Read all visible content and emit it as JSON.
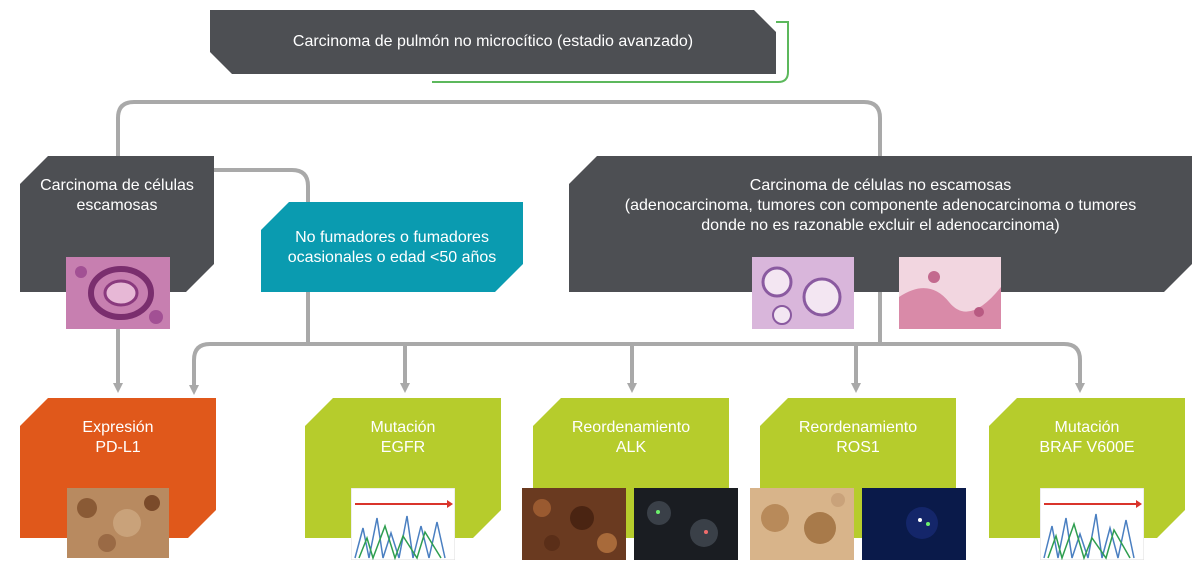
{
  "top": {
    "title": "Carcinoma de pulmón no microcítico (estadio avanzado)"
  },
  "squamous": {
    "line1": "Carcinoma de células",
    "line2": "escamosas"
  },
  "nonsmoker": {
    "line1": "No fumadores o fumadores",
    "line2": "ocasionales o edad <50 años"
  },
  "nonsquamous": {
    "line1": "Carcinoma de células no escamosas",
    "line2": "(adenocarcinoma, tumores con componente adenocarcinoma o tumores",
    "line3": "donde no es razonable excluir el adenocarcinoma)"
  },
  "tests": [
    {
      "line1": "Expresión",
      "line2": "PD-L1"
    },
    {
      "line1": "Mutación",
      "line2": "EGFR"
    },
    {
      "line1": "Reordenamiento",
      "line2": "ALK"
    },
    {
      "line1": "Reordenamiento",
      "line2": "ROS1"
    },
    {
      "line1": "Mutación",
      "line2": "BRAF V600E"
    }
  ],
  "colors": {
    "dark": "#4d4f53",
    "teal": "#0a9bb0",
    "lime": "#b6cc2c",
    "orange": "#e0581b",
    "connector": "#a9a9a9",
    "accent_green": "#5cb85c"
  },
  "icons": [
    "histology-image",
    "ihc-stain-image",
    "fish-image",
    "sequencing-chromatogram"
  ]
}
